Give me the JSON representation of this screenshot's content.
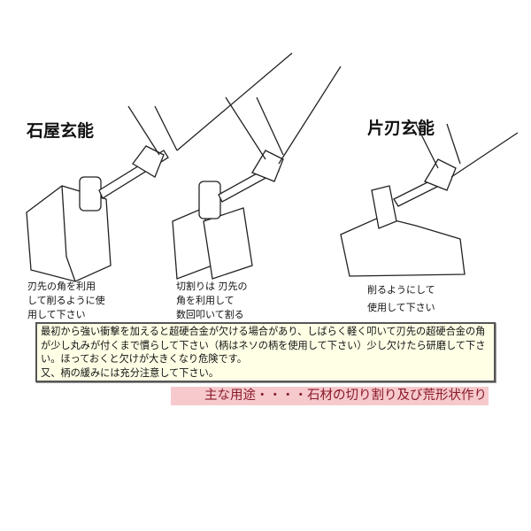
{
  "titles": {
    "left": "石屋玄能",
    "right": "片刃玄能"
  },
  "captions": {
    "c1": "刃先の角を利用\nして削るように使\n用して下さい",
    "c2": "切割りは 刃先の\n角を利用して\n数回叩いて割る",
    "c3": "削るようにして\n使用して下さい"
  },
  "notice": "最初から強い衝撃を加えると超硬合金が欠ける場合があり、しばらく軽く叩いて刃先の超硬合金の角が少し丸みが付くまで慣らして下さい（柄はネソの柄を使用して下さい）少し欠けたら研磨して下さい。ほっておくと欠けが大きくなり危険です。\n又、柄の緩みには充分注意して下さい。",
  "usage": "主な用途・・・・石材の切り割り及び荒形状作り"
}
